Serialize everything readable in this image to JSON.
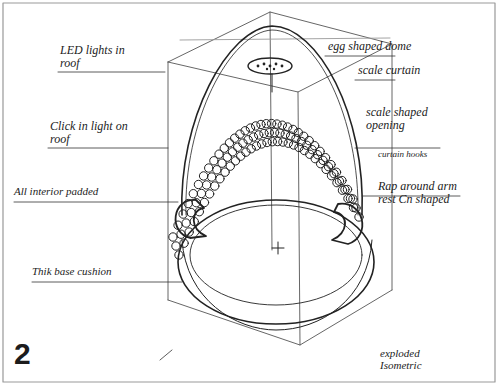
{
  "diagram": {
    "labels": [
      "LED lights in roof",
      "egg shaped dome",
      "scale curtain",
      "Click in light on roof",
      "scale shaped opening",
      "curtain hooks",
      "All interior padded",
      "Rap around arm rest Cn shaped",
      "Thik base cushion",
      "2",
      "exploded Isometric"
    ]
  }
}
